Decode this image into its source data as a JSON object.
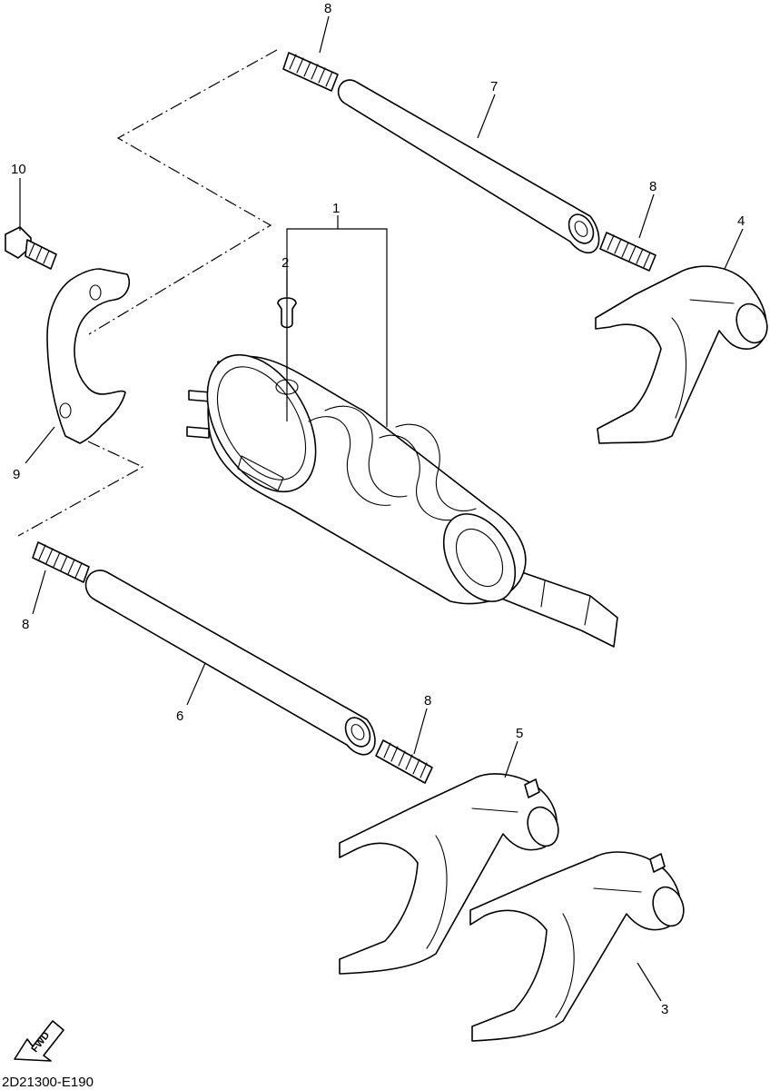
{
  "callouts": {
    "c1": "1",
    "c2": "2",
    "c3": "3",
    "c4": "4",
    "c5": "5",
    "c6": "6",
    "c7": "7",
    "c8a": "8",
    "c8b": "8",
    "c8c": "8",
    "c8d": "8",
    "c9": "9",
    "c10": "10"
  },
  "fwd_label": "FWD",
  "diagram_code": "2D21300-E190"
}
